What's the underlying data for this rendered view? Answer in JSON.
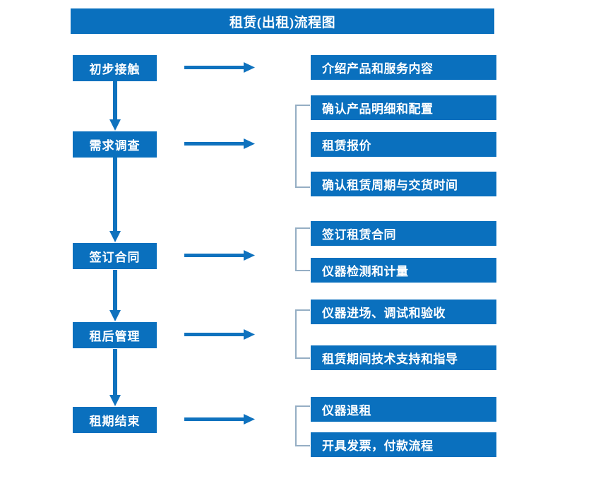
{
  "diagram": {
    "title": "租赁(出租)流程图",
    "colors": {
      "box_fill": "#0A70BE",
      "box_text": "#FFFFFF",
      "arrow": "#0F72BE",
      "bracket": "#95AEC4",
      "background": "#FFFFFF"
    },
    "stages": [
      {
        "id": "stage-1",
        "label": "初步接触"
      },
      {
        "id": "stage-2",
        "label": "需求调查"
      },
      {
        "id": "stage-3",
        "label": "签订合同"
      },
      {
        "id": "stage-4",
        "label": "租后管理"
      },
      {
        "id": "stage-5",
        "label": "租期结束"
      }
    ],
    "details": [
      {
        "id": "detail-1-1",
        "label": "介绍产品和服务内容",
        "group": 1
      },
      {
        "id": "detail-2-1",
        "label": "确认产品明细和配置",
        "group": 2
      },
      {
        "id": "detail-2-2",
        "label": "租赁报价",
        "group": 2
      },
      {
        "id": "detail-2-3",
        "label": "确认租赁周期与交货时间",
        "group": 2
      },
      {
        "id": "detail-3-1",
        "label": "签订租赁合同",
        "group": 3
      },
      {
        "id": "detail-3-2",
        "label": "仪器检测和计量",
        "group": 3
      },
      {
        "id": "detail-4-1",
        "label": "仪器进场、调试和验收",
        "group": 4
      },
      {
        "id": "detail-4-2",
        "label": "租赁期间技术支持和指导",
        "group": 4
      },
      {
        "id": "detail-5-1",
        "label": "仪器退租",
        "group": 5
      },
      {
        "id": "detail-5-2",
        "label": "开具发票，付款流程",
        "group": 5
      }
    ],
    "connectors": {
      "down_arrow_count": 4,
      "right_arrow_count": 5,
      "bracket_count": 4
    }
  }
}
